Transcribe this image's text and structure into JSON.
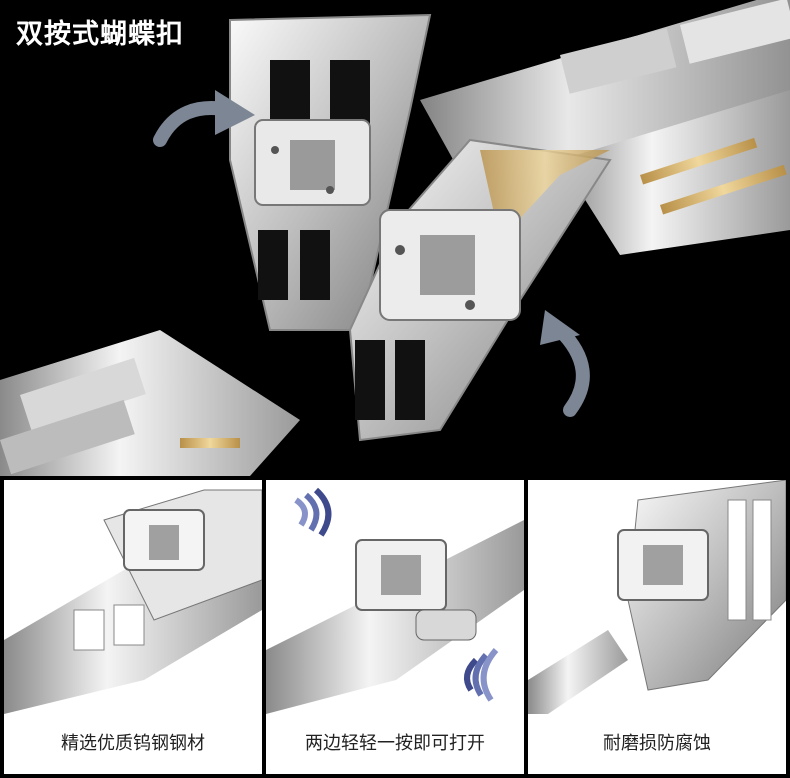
{
  "headline": "双按式蝴蝶扣",
  "panels": [
    {
      "caption": "精选优质钨钢钢材"
    },
    {
      "caption": "两边轻轻一按即可打开"
    },
    {
      "caption": "耐磨损防腐蚀"
    }
  ],
  "colors": {
    "background": "#000000",
    "steel_light": "#f2f2f2",
    "steel_mid": "#bfbfbf",
    "steel_dark": "#6e6e6e",
    "gold": "#d9b46a",
    "arrow": "#7c8694"
  },
  "icons": [
    "curved-arrow-icon",
    "press-motion-icon"
  ]
}
